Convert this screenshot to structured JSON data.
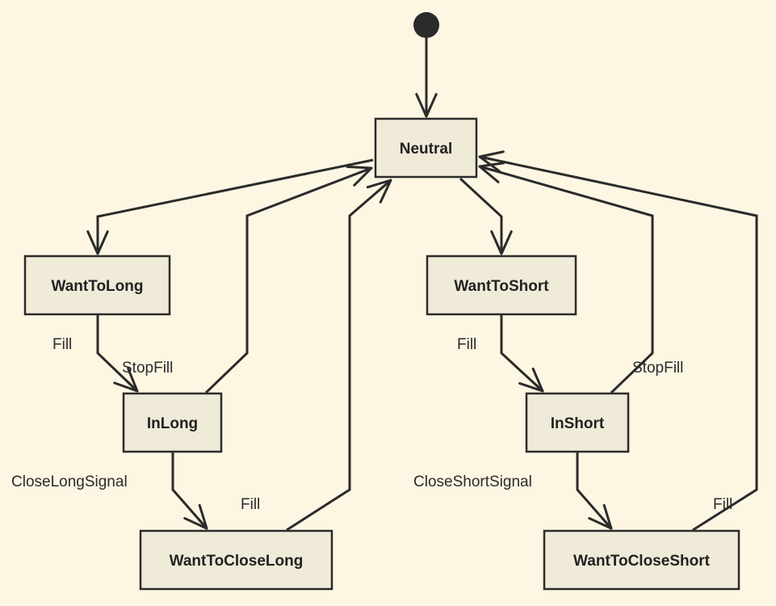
{
  "diagram": {
    "states": {
      "neutral": "Neutral",
      "want_to_long": "WantToLong",
      "in_long": "InLong",
      "want_to_close_long": "WantToCloseLong",
      "want_to_short": "WantToShort",
      "in_short": "InShort",
      "want_to_close_short": "WantToCloseShort"
    },
    "transitions": {
      "want_to_long_fill": "Fill",
      "in_long_stop_fill": "StopFill",
      "in_long_close_signal": "CloseLongSignal",
      "want_to_close_long_fill": "Fill",
      "want_to_short_fill": "Fill",
      "in_short_stop_fill": "StopFill",
      "in_short_close_signal": "CloseShortSignal",
      "want_to_close_short_fill": "Fill"
    },
    "colors": {
      "background": "#fdf6e3",
      "state_fill": "#f0ead8",
      "stroke": "#2b2b2b"
    }
  }
}
